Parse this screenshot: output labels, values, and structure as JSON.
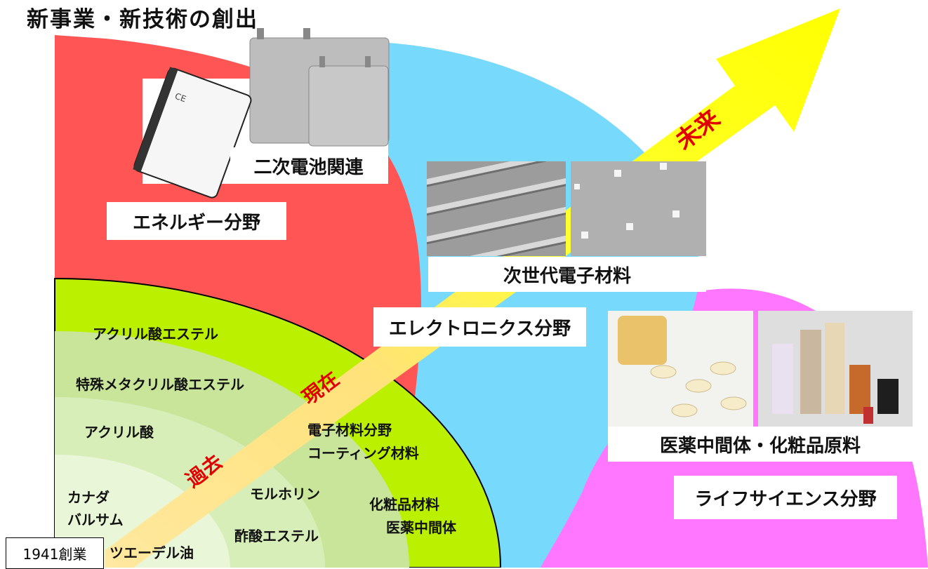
{
  "title": "新事業・新技術の創出",
  "arrow_labels": {
    "past": "過去",
    "present": "現在",
    "future": "未来"
  },
  "fields": {
    "energy": "エネルギー分野",
    "electronics": "エレクトロニクス分野",
    "life_science": "ライフサイエンス分野"
  },
  "photo_captions": {
    "battery": "二次電池関連",
    "electronic_materials": "次世代電子材料",
    "pharma_cosmetics": "医薬中間体・化粧品原料"
  },
  "ring_items": {
    "acrylic_ester": "アクリル酸エステル",
    "special_methacrylic": "特殊メタクリル酸エステル",
    "acrylic_acid": "アクリル酸",
    "electronic_field": "電子材料分野",
    "coating": "コーティング材料",
    "morpholine": "モルホリン",
    "cosmetic_materials": "化粧品材料",
    "pharma_intermediates": "医薬中間体",
    "canada": "カナダ",
    "balsam": "バルサム",
    "acetic_ester": "酢酸エステル",
    "tsuedel_oil": "ツエーデル油"
  },
  "founding": "1941創業",
  "colors": {
    "energy": "#ff5555",
    "electronics": "#77d9fb",
    "life_science": "#ff77ff",
    "ring_outer": "#bbf000",
    "ring_2": "#c8e59a",
    "ring_3": "#d7eeb8",
    "ring_core": "#e9f6d8",
    "arrow": "#ffff00",
    "arrow_text": "#e00000"
  }
}
